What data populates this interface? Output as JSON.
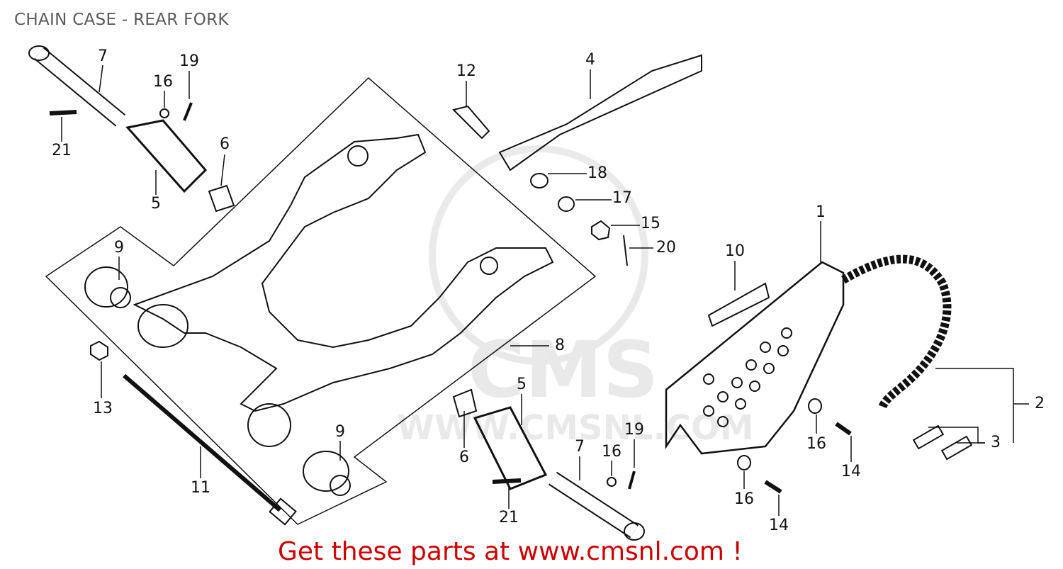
{
  "title": "CHAIN CASE - REAR FORK",
  "callouts": [
    "7",
    "19",
    "16",
    "21",
    "6",
    "5",
    "12",
    "4",
    "18",
    "17",
    "15",
    "20",
    "10",
    "1",
    "9",
    "8",
    "13",
    "5",
    "2",
    "3",
    "9",
    "6",
    "19",
    "7",
    "16",
    "16",
    "14",
    "11",
    "21",
    "16",
    "14"
  ],
  "watermark": {
    "logo_text": "CMS",
    "url_text": "www.cmsnl.com"
  },
  "footer": {
    "cta": "Get these parts at www.cmsnl.com !"
  },
  "colors": {
    "title": "#5a5a5a",
    "cta": "#cc0000",
    "line": "#111111"
  }
}
